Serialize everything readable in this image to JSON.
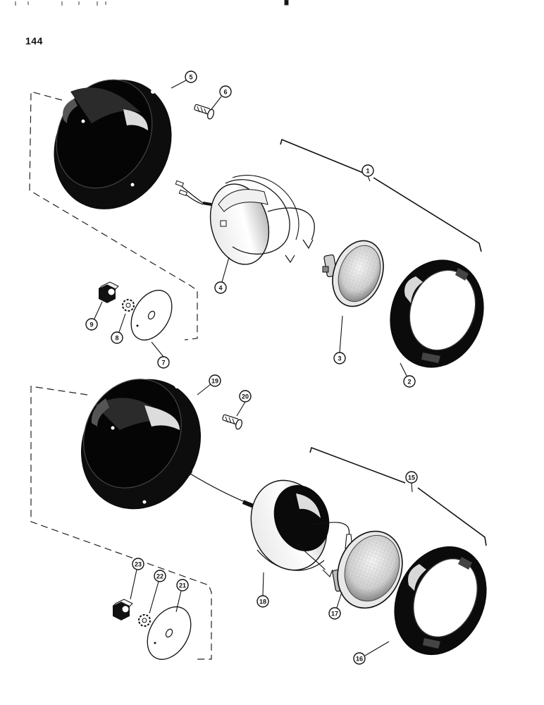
{
  "page": {
    "number": "144"
  },
  "callouts": [
    {
      "id": "c1",
      "label": "1"
    },
    {
      "id": "c2",
      "label": "2"
    },
    {
      "id": "c3",
      "label": "3"
    },
    {
      "id": "c4",
      "label": "4"
    },
    {
      "id": "c5",
      "label": "5"
    },
    {
      "id": "c6",
      "label": "6"
    },
    {
      "id": "c7",
      "label": "7"
    },
    {
      "id": "c8",
      "label": "8"
    },
    {
      "id": "c9",
      "label": "9"
    },
    {
      "id": "c15",
      "label": "15"
    },
    {
      "id": "c16",
      "label": "16"
    },
    {
      "id": "c17",
      "label": "17"
    },
    {
      "id": "c18",
      "label": "18"
    },
    {
      "id": "c19",
      "label": "19"
    },
    {
      "id": "c20",
      "label": "20"
    },
    {
      "id": "c21",
      "label": "21"
    },
    {
      "id": "c22",
      "label": "22"
    },
    {
      "id": "c23",
      "label": "23"
    }
  ]
}
